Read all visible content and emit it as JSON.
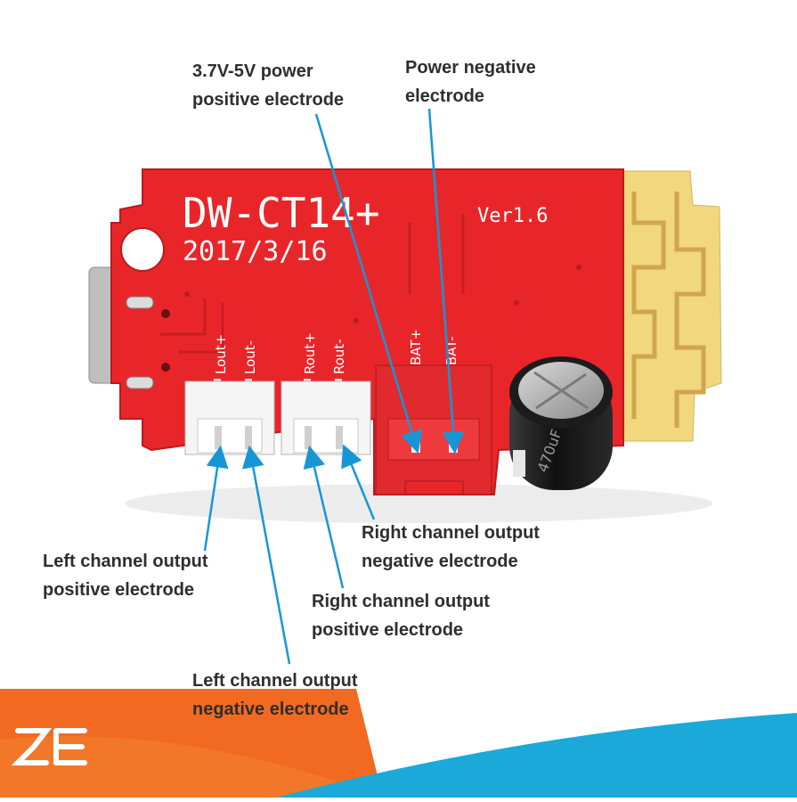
{
  "board": {
    "model": "DW-CT14+",
    "version": "Ver1.6",
    "date": "2017/3/16",
    "pins": {
      "lout_plus": "Lout+",
      "lout_minus": "Lout-",
      "rout_plus": "Rout+",
      "rout_minus": "Rout-",
      "bat_plus": "BAT+",
      "bat_minus": "BAT-"
    },
    "capacitor": "470uF"
  },
  "annotations": {
    "power_pos": [
      "3.7V-5V power",
      "positive electrode"
    ],
    "power_neg": [
      "Power negative",
      "electrode"
    ],
    "right_neg": [
      "Right channel output",
      "negative electrode"
    ],
    "left_pos": [
      "Left channel output",
      "positive electrode"
    ],
    "right_pos": [
      "Right channel output",
      "positive electrode"
    ],
    "left_neg": [
      "Left channel output",
      "negative electrode"
    ]
  },
  "colors": {
    "pcb_red": "#e8262a",
    "silkscreen": "#ffffff",
    "antenna": "#f1d77e",
    "arrow": "#1796d6",
    "banner_orange": "#f26a21",
    "banner_blue": "#1aa9d8"
  },
  "logo": {
    "name": "brand-logo-icon"
  }
}
